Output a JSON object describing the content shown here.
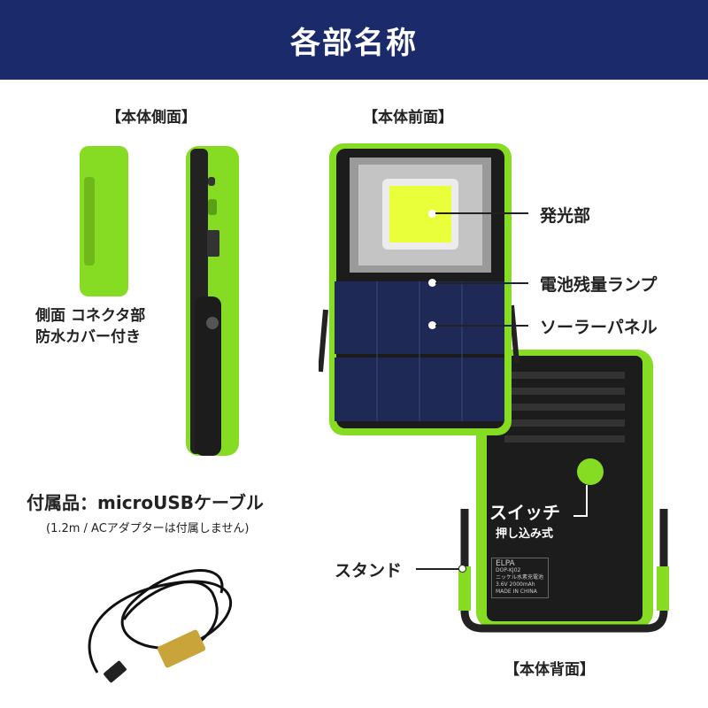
{
  "header": {
    "title": "各部名称"
  },
  "sections": {
    "side": "【本体側面】",
    "front": "【本体前面】",
    "back": "【本体背面】"
  },
  "side_labels": {
    "connector_line1": "側面 コネクタ部",
    "connector_line2": "防水カバー付き"
  },
  "front_labels": {
    "light": "発光部",
    "battery": "電池残量ランプ",
    "solar": "ソーラーパネル"
  },
  "back_labels": {
    "switch": "スイッチ",
    "switch_sub": "押し込み式",
    "stand": "スタンド"
  },
  "accessory": {
    "title": "付属品：microUSBケーブル",
    "note": "(1.2m / ACアダプターは付属しません)"
  },
  "device_label": {
    "brand": "ELPA",
    "model": "DOP-KJ02",
    "battery_type": "ニッケル水素充電池",
    "spec": "3.6V 2000mAh",
    "origin": "MADE IN CHINA"
  },
  "colors": {
    "header": "#1b2a6b",
    "body_green": "#86dc22",
    "body_black": "#1c1c1c"
  }
}
